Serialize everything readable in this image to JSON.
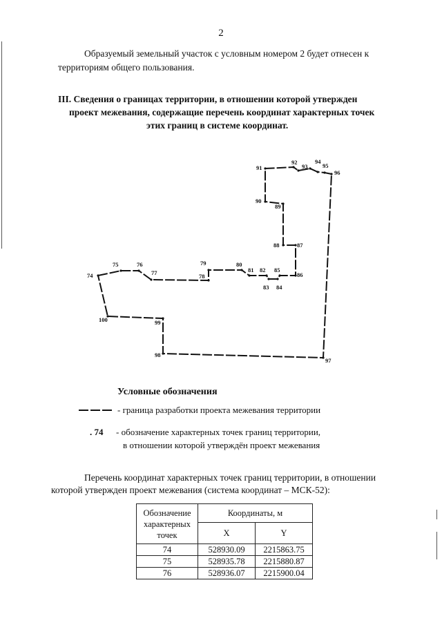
{
  "page_number": "2",
  "intro": {
    "line1": "Образуемый земельный участок с условным номером 2 будет отнесен к",
    "line2": "территориям общего пользования."
  },
  "section": {
    "line1": "III.  Сведения о границах территории, в отношении которой утвержден",
    "line2": "проект межевания, содержащие перечень координат характерных точек",
    "line3": "этих границ в системе координат."
  },
  "plan_labels": {
    "p74": "74",
    "p75": "75",
    "p76": "76",
    "p77": "77",
    "p78": "78",
    "p79": "79",
    "p80": "80",
    "p81": "81",
    "p82": "82",
    "p83": "83",
    "p84": "84",
    "p85": "85",
    "p86": "86",
    "p87": "87",
    "p88": "88",
    "p89": "89",
    "p90": "90",
    "p91": "91",
    "p92": "92",
    "p93": "93",
    "p94": "94",
    "p95": "95",
    "p96": "96",
    "p97": "97",
    "p98": "98",
    "p99": "99",
    "p100": "100"
  },
  "legend": {
    "title": "Условные обозначения",
    "boundary_text": "- граница разработки проекта межевания территории",
    "point_sample": ". 74",
    "point_text_line1": "- обозначение характерных точек границ территории,",
    "point_text_line2": "в отношении которой утверждён проект межевания"
  },
  "list_intro": {
    "line1": "Перечень координат характерных точек границ территории, в отношении",
    "line2": "которой утвержден проект межевания (система координат – МСК-52):"
  },
  "table": {
    "header_designation": "Обозначение характерных точек",
    "header_coords": "Координаты, м",
    "header_x": "X",
    "header_y": "Y",
    "rows": [
      {
        "point": "74",
        "x": "528930.09",
        "y": "2215863.75"
      },
      {
        "point": "75",
        "x": "528935.78",
        "y": "2215880.87"
      },
      {
        "point": "76",
        "x": "528936.07",
        "y": "2215900.04"
      }
    ]
  }
}
